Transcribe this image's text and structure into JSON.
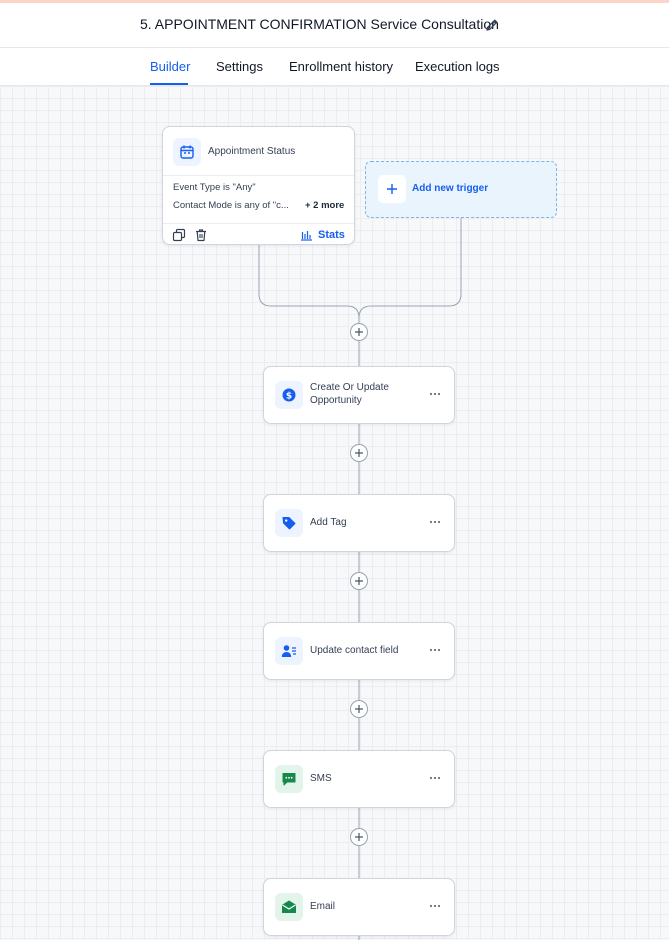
{
  "workflow": {
    "title": "5. APPOINTMENT CONFIRMATION Service Consultation"
  },
  "tabs": [
    {
      "label": "Builder",
      "active": true
    },
    {
      "label": "Settings",
      "active": false
    },
    {
      "label": "Enrollment history",
      "active": false
    },
    {
      "label": "Execution logs",
      "active": false
    }
  ],
  "trigger": {
    "name": "Appointment Status",
    "icon": "calendar-icon",
    "filters": [
      "Event Type is \"Any\"",
      "Contact Mode is any of \"c..."
    ],
    "more_label": "+ 2 more",
    "stats_label": "Stats"
  },
  "add_trigger": {
    "label": "Add new trigger"
  },
  "actions": [
    {
      "label": "Create Or Update Opportunity",
      "icon": "dollar-icon",
      "icon_color": "#155eef"
    },
    {
      "label": "Add Tag",
      "icon": "tag-icon",
      "icon_color": "#155eef"
    },
    {
      "label": "Update contact field",
      "icon": "contact-field-icon",
      "icon_color": "#155eef"
    },
    {
      "label": "SMS",
      "icon": "sms-icon",
      "icon_color": "#16894a"
    },
    {
      "label": "Email",
      "icon": "email-icon",
      "icon_color": "#16894a"
    }
  ],
  "colors": {
    "accent": "#155eef",
    "trigger_dashed": "#7cb6e8",
    "green": "#16894a"
  }
}
